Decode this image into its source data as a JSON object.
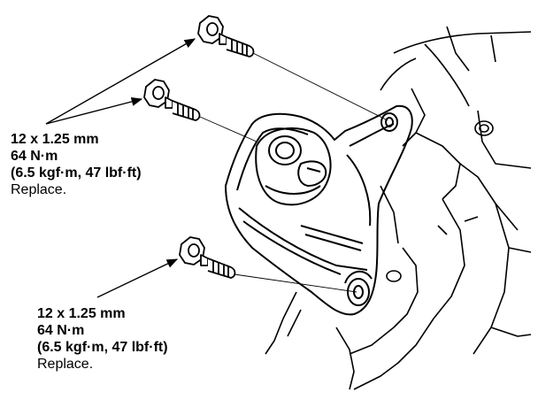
{
  "callouts": {
    "upper_bolts": {
      "size": "12 x 1.25 mm",
      "torque": "64 N·m",
      "torque_alt": "(6.5 kgf·m, 47 lbf·ft)",
      "note": "Replace."
    },
    "lower_bolt": {
      "size": "12 x 1.25 mm",
      "torque": "64 N·m",
      "torque_alt": "(6.5 kgf·m, 47 lbf·ft)",
      "note": "Replace."
    }
  }
}
